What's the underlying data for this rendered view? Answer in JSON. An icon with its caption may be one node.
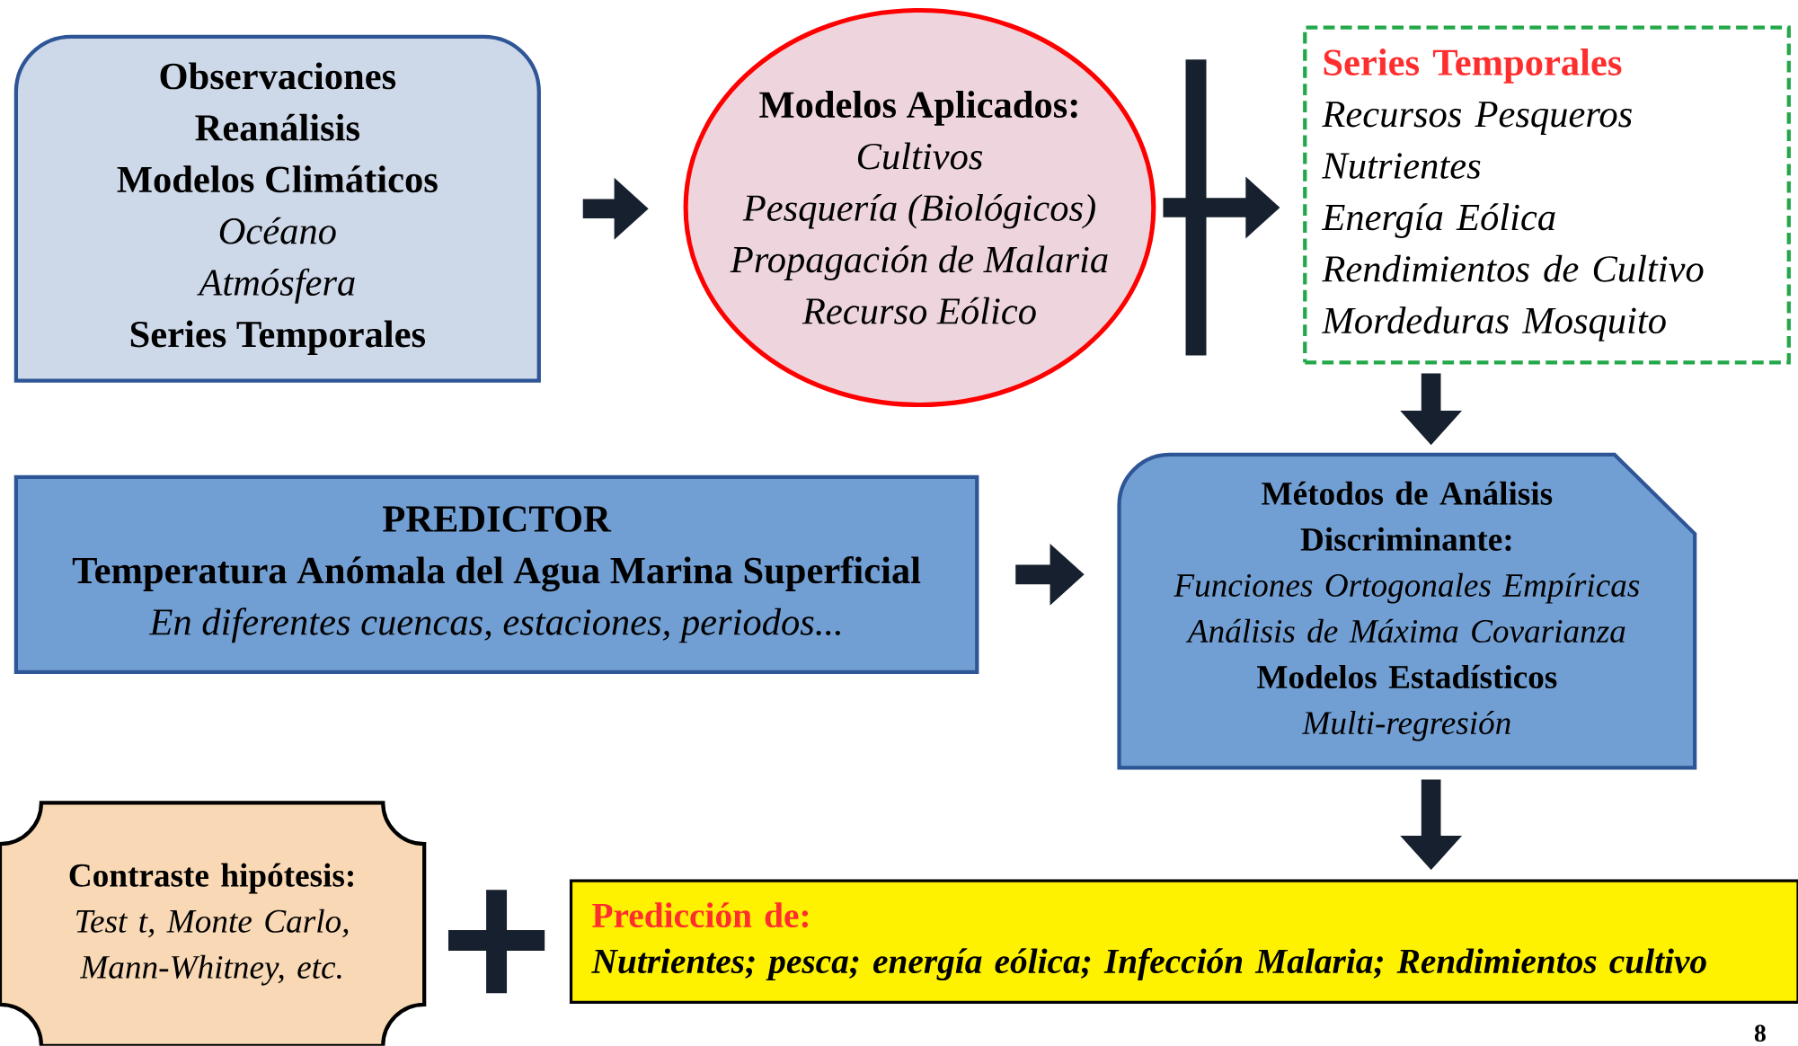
{
  "diagram": {
    "nodes": [
      {
        "text": [
          "Observaciones",
          "Reanálisis",
          "Modelos Climáticos",
          "Océano",
          "Atmósfera",
          "Series Temporales"
        ]
      },
      {
        "text": [
          "Modelos Aplicados:",
          "Cultivos",
          "Pesquería (Biológicos)",
          "Propagación de Malaria",
          "Recurso Eólico"
        ]
      },
      {
        "text": [
          "Series Temporales",
          "Recursos Pesqueros",
          "Nutrientes",
          "Energía Eólica",
          "Rendimientos de Cultivo",
          "Mordeduras Mosquito"
        ]
      },
      {
        "text": [
          "PREDICTOR",
          "Temperatura Anómala del Agua Marina Superficial",
          "En diferentes cuencas, estaciones, periodos..."
        ]
      },
      {
        "text": [
          "Métodos de Análisis Discriminante:",
          "Funciones Ortogonales Empíricas",
          "Análisis de Máxima Covarianza",
          "Modelos Estadísticos",
          "Multi-regresión"
        ]
      },
      {
        "text": [
          "Contraste hipótesis:",
          "Test t, Monte Carlo, Mann-Whitney, etc."
        ]
      },
      {
        "text": [
          "Predicción de:",
          "Nutrientes; pesca; energía eólica; Infección Malaria; Rendimientos cultivo"
        ]
      }
    ],
    "edges": [
      {
        "from": 0,
        "to": 1,
        "arrow": "to"
      },
      {
        "from": 1,
        "to": 2,
        "arrow": "to"
      },
      {
        "from": 2,
        "to": 4,
        "arrow": "to"
      },
      {
        "from": 3,
        "to": 4,
        "arrow": "to"
      },
      {
        "from": 4,
        "to": 6,
        "arrow": "to"
      }
    ],
    "labels": [
      "8"
    ]
  }
}
